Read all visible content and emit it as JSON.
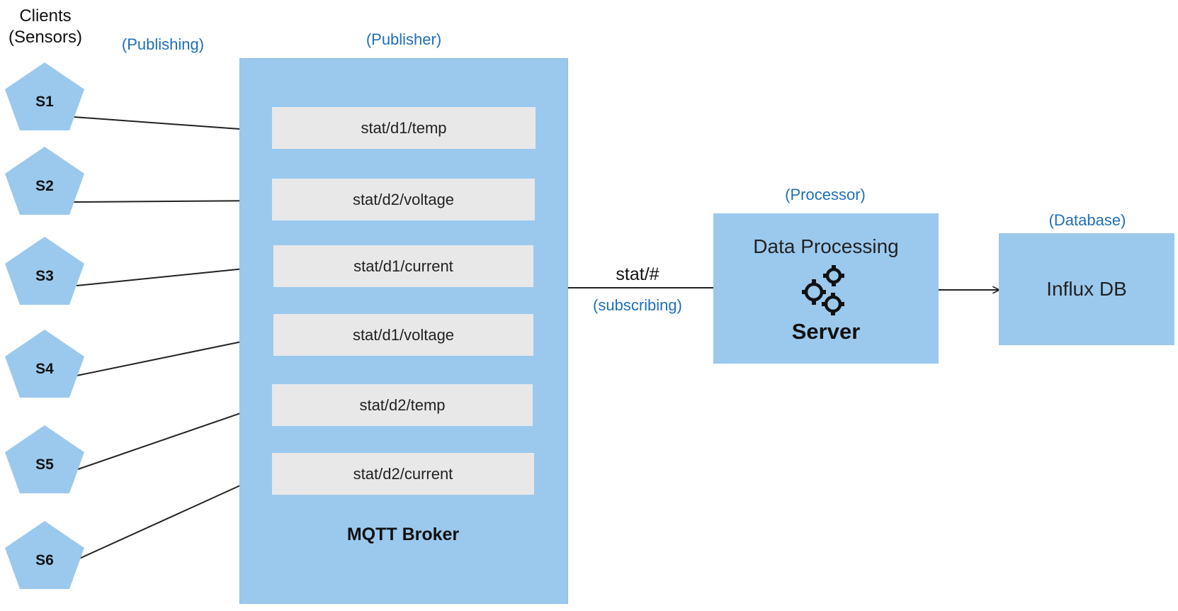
{
  "clients_label": "Clients\n(Sensors)",
  "publishing_label": "(Publishing)",
  "publisher_label": "(Publisher)",
  "processor_label": "(Processor)",
  "database_label": "(Database)",
  "sensors": [
    "S1",
    "S2",
    "S3",
    "S4",
    "S5",
    "S6"
  ],
  "broker": {
    "title": "MQTT Broker",
    "topics": [
      "stat/d1/temp",
      "stat/d2/voltage",
      "stat/d1/current",
      "stat/d1/voltage",
      "stat/d2/temp",
      "stat/d2/current"
    ]
  },
  "subscription": {
    "topic": "stat/#",
    "label": "(subscribing)"
  },
  "server": {
    "title": "Data Processing",
    "subtitle": "Server",
    "icon": "gears-icon"
  },
  "database": {
    "title": "Influx DB"
  },
  "colors": {
    "box_fill": "#9bc9ee",
    "topic_fill": "#e8e8e8",
    "annotation": "#1f6fb8",
    "line": "#222222"
  }
}
